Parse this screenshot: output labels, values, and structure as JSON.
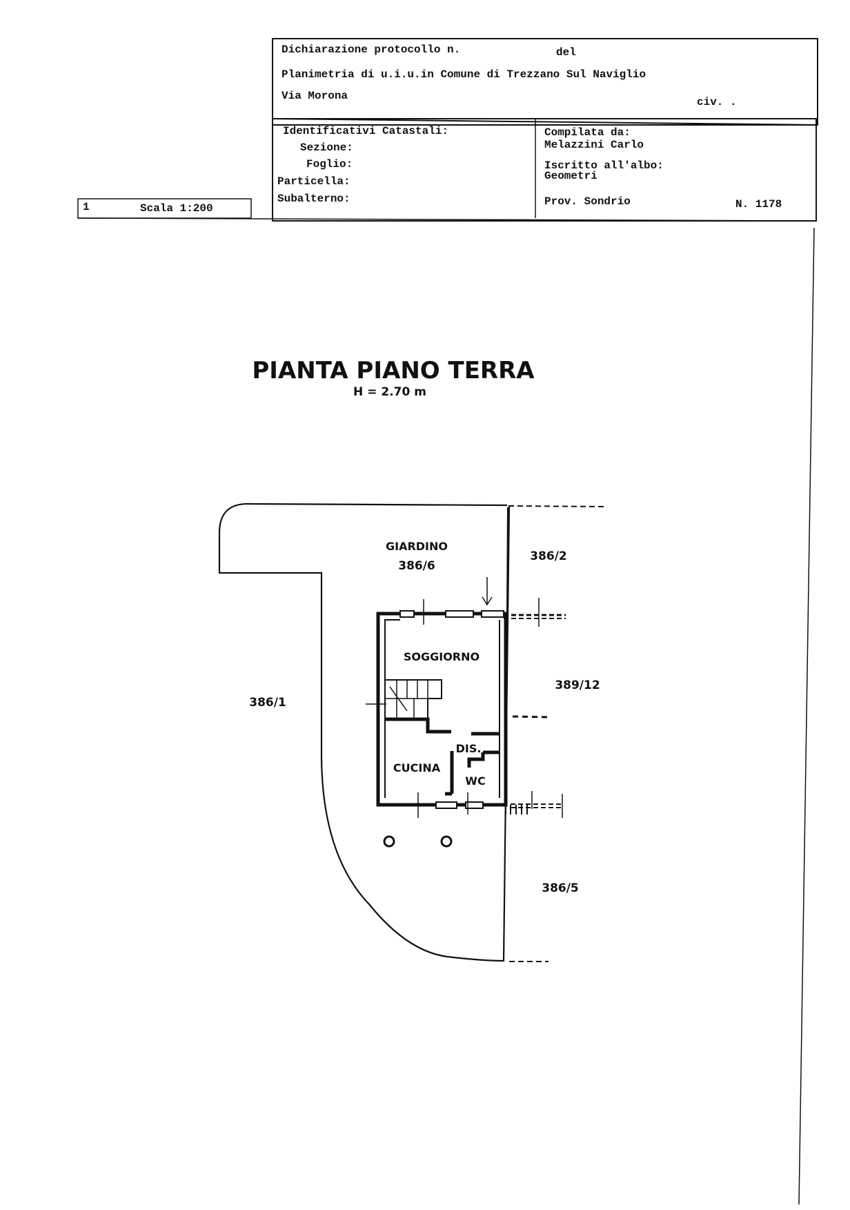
{
  "header": {
    "protocol_label": "Dichiarazione protocollo n.",
    "protocol_date_label": "del",
    "planimetry": "Planimetria di u.i.u.in Comune di Trezzano Sul Naviglio",
    "street": "Via Morona",
    "civic_label": "civ. ."
  },
  "cadastral": {
    "heading": "Identificativi Catastali:",
    "section_label": "Sezione:",
    "sheet_label": "Foglio:",
    "parcel_label": "Particella:",
    "subunit_label": "Subalterno:"
  },
  "compiler": {
    "compiled_by_label": "Compilata da:",
    "name": "Melazzini Carlo",
    "registered_label": "Iscritto all'albo:",
    "register": "Geometri",
    "province": "Prov. Sondrio",
    "number": "N.  1178"
  },
  "scale": {
    "sheet_number": "1",
    "label": "Scala 1:200"
  },
  "plan": {
    "title": "PIANTA PIANO TERRA",
    "height": "H = 2.70 m",
    "rooms": {
      "garden": "GIARDINO",
      "living": "SOGGIORNO",
      "kitchen": "CUCINA",
      "hall": "DIS.",
      "wc": "WC"
    },
    "parcels": {
      "garden_parcel": "386/6",
      "north_east": "386/2",
      "west": "386/1",
      "east": "389/12",
      "south_east": "386/5"
    }
  }
}
